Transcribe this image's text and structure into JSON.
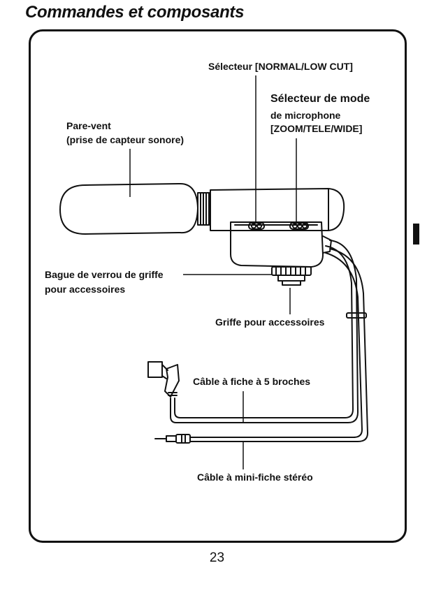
{
  "page": {
    "title": "Commandes et composants",
    "page_number": "23"
  },
  "labels": {
    "selector_normal_low_cut": "Sélecteur [NORMAL/LOW CUT]",
    "mode_selector_line1": "Sélecteur de mode",
    "mode_selector_line2": "de microphone",
    "mode_selector_line3": "[ZOOM/TELE/WIDE]",
    "windscreen_line1": "Pare-vent",
    "windscreen_line2": "(prise de capteur sonore)",
    "lock_ring_line1": "Bague de verrou de griffe",
    "lock_ring_line2": "pour accessoires",
    "accessory_shoe": "Griffe pour accessoires",
    "five_pin_cable": "Câble à fiche à 5 broches",
    "stereo_cable": "Câble à mini-fiche stéréo"
  },
  "colors": {
    "ink": "#111111",
    "page_background": "#ffffff"
  }
}
